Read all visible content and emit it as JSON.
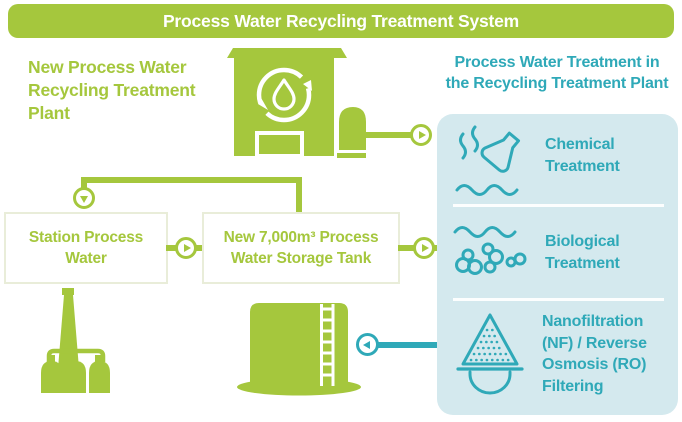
{
  "banner": {
    "title": "Process Water Recycling Treatment System"
  },
  "plant": {
    "heading": "New Process Water\nRecycling Treatment\nPlant"
  },
  "flow": {
    "station_box": "Station Process\nWater",
    "tank_box": "New 7,000m³ Process\nWater Storage Tank"
  },
  "treatment": {
    "heading": "Process Water Treatment in\nthe Recycling Treatment Plant",
    "items": [
      {
        "label": "Chemical\nTreatment",
        "icon": "chemical-flask-icon"
      },
      {
        "label": "Biological\nTreatment",
        "icon": "biological-microbes-icon"
      },
      {
        "label": "Nanofiltration\n(NF) / Reverse\nOsmosis (RO)\nFiltering",
        "icon": "filter-funnel-icon"
      }
    ]
  },
  "colors": {
    "green": "#a5c73d",
    "teal": "#2fa9b8",
    "panel_bg": "#d4e9ee",
    "box_border": "#e9edd9",
    "banner_text": "#ffffff"
  }
}
